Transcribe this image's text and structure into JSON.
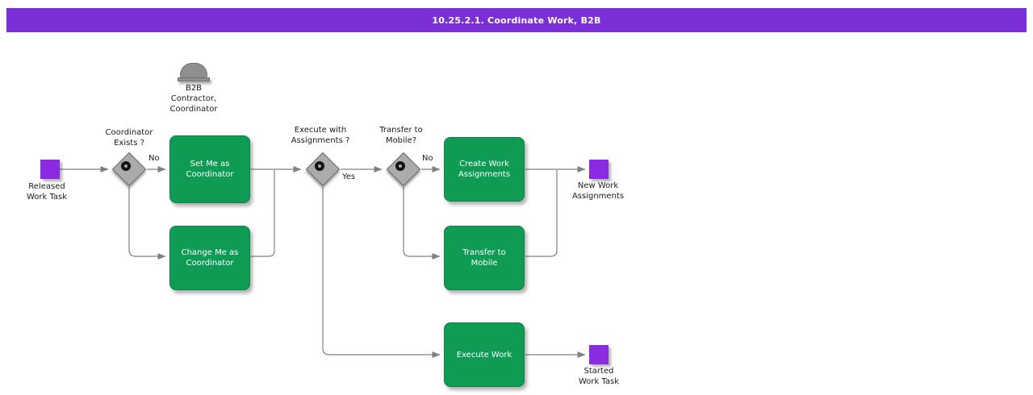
{
  "header": {
    "title": "10.25.2.1. Coordinate Work, B2B"
  },
  "actor": {
    "icon": "person-hat-icon",
    "lines": [
      "B2B",
      "Contractor,",
      "Coordinator"
    ]
  },
  "events": {
    "released_work_task": {
      "lines": [
        "Released",
        "Work Task"
      ]
    },
    "new_work_assignments": {
      "lines": [
        "New Work",
        "Assignments"
      ]
    },
    "started_work_task": {
      "lines": [
        "Started",
        "Work Task"
      ]
    }
  },
  "decisions": {
    "coordinator_exists": {
      "lines": [
        "Coordinator",
        "Exists ?"
      ]
    },
    "execute_with_assignments": {
      "lines": [
        "Execute with",
        "Assignments ?"
      ]
    },
    "transfer_to_mobile": {
      "lines": [
        "Transfer to",
        "Mobile?"
      ]
    }
  },
  "tasks": {
    "set_me_as_coordinator": {
      "lines": [
        "Set Me as",
        "Coordinator"
      ]
    },
    "change_me_as_coordinator": {
      "lines": [
        "Change Me as",
        "Coordinator"
      ]
    },
    "create_work_assignments": {
      "lines": [
        "Create Work",
        "Assignments"
      ]
    },
    "transfer_to_mobile": {
      "lines": [
        "Transfer to",
        "Mobile"
      ]
    },
    "execute_work": {
      "lines": [
        "Execute Work"
      ]
    }
  },
  "edge_labels": {
    "coordinator_exists_no": "No",
    "execute_with_assignments_yes": "Yes",
    "transfer_to_mobile_no": "No"
  },
  "colors": {
    "header_bg": "#7b2fd6",
    "header_text": "#ffffff",
    "event_fill": "#8a2be2",
    "task_fill": "#0f9b54",
    "decision_fill": "#ababab",
    "connector": "#808080",
    "label_text": "#1a1a1a"
  }
}
